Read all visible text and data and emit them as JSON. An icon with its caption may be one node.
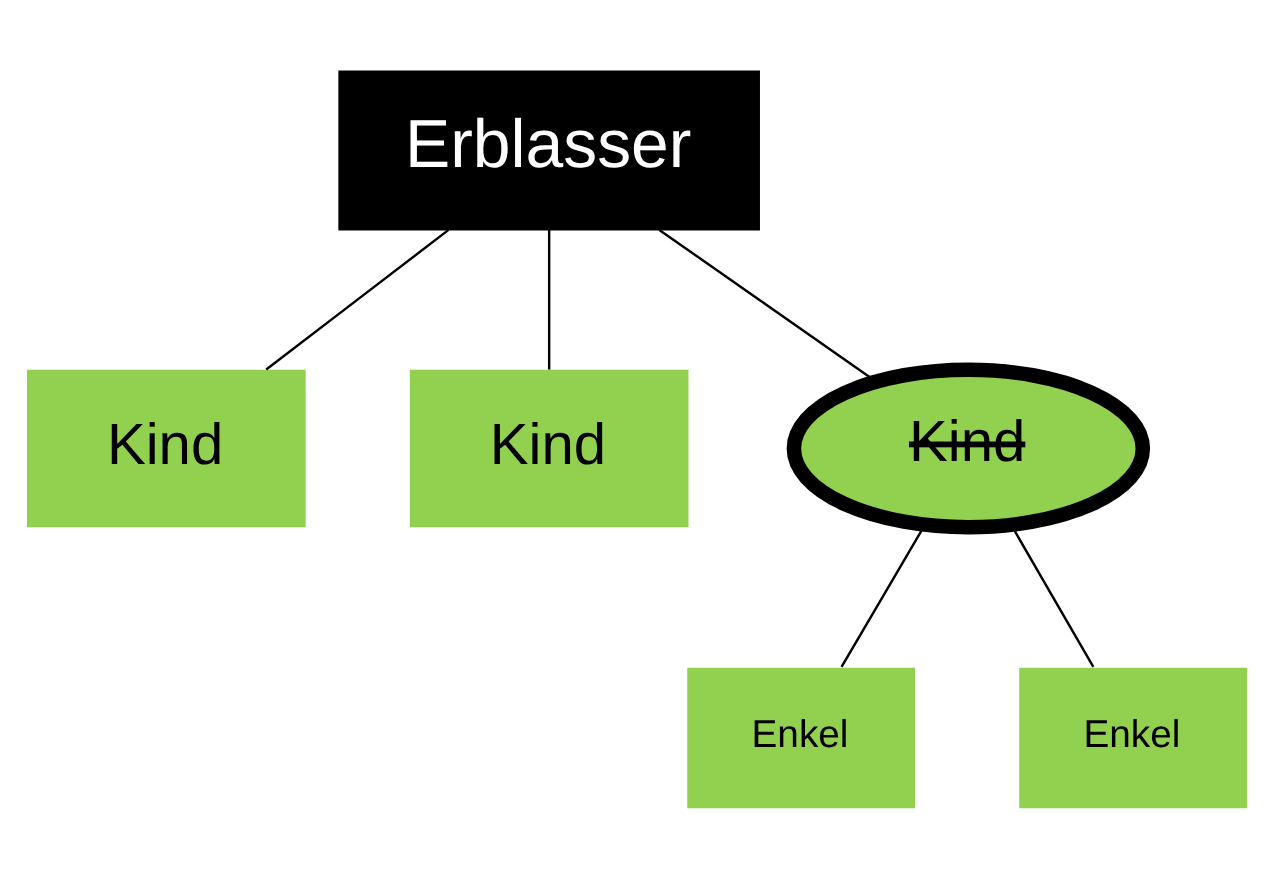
{
  "diagram": {
    "nodes": [
      {
        "text": [
          "Erblasser"
        ]
      },
      {
        "text": [
          "Kind"
        ]
      },
      {
        "text": [
          "Kind"
        ]
      },
      {
        "text": [
          "Kind"
        ]
      },
      {
        "text": [
          "Enkel"
        ]
      },
      {
        "text": [
          "Enkel"
        ]
      }
    ],
    "edges": [
      {
        "from": 0,
        "to": 1,
        "arrow": "none"
      },
      {
        "from": 0,
        "to": 2,
        "arrow": "none"
      },
      {
        "from": 0,
        "to": 3,
        "arrow": "none"
      },
      {
        "from": 3,
        "to": 4,
        "arrow": "none"
      },
      {
        "from": 3,
        "to": 5,
        "arrow": "none"
      }
    ]
  }
}
